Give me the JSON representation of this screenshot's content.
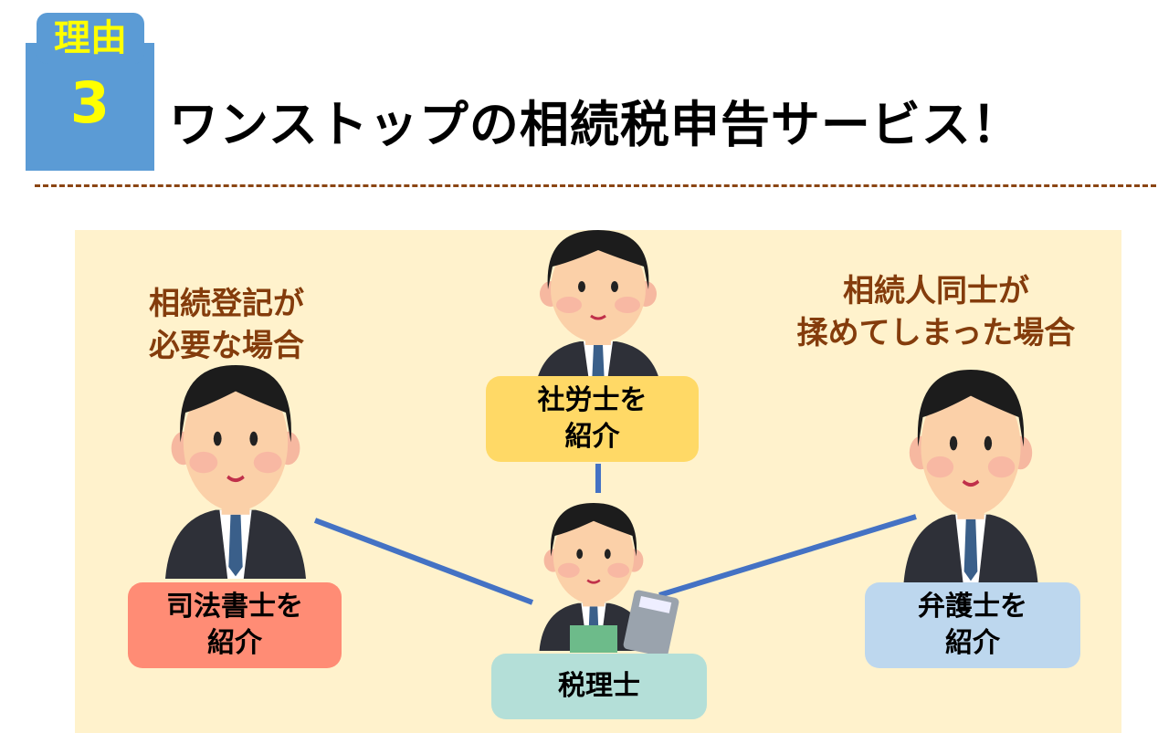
{
  "header": {
    "badge_label": "理由",
    "badge_number": "3",
    "title": "ワンストップの相続税申告サービス！"
  },
  "diagram": {
    "left_heading": [
      "相続登記が",
      "必要な場合"
    ],
    "right_heading": [
      "相続人同士が",
      "揉めてしまった場合"
    ],
    "nodes": {
      "top": {
        "lines": [
          "社労士を",
          "紹介"
        ],
        "color": "#ffd966"
      },
      "left": {
        "lines": [
          "司法書士を",
          "紹介"
        ],
        "color": "#ff8c75"
      },
      "center": {
        "lines": [
          "税理士"
        ],
        "color": "#b4dfd8"
      },
      "right": {
        "lines": [
          "弁護士を",
          "紹介"
        ],
        "color": "#bdd7ee"
      }
    },
    "connector_color": "#4472c4",
    "panel_color": "#fff2cc",
    "accent_color": "#5b9bd5"
  }
}
